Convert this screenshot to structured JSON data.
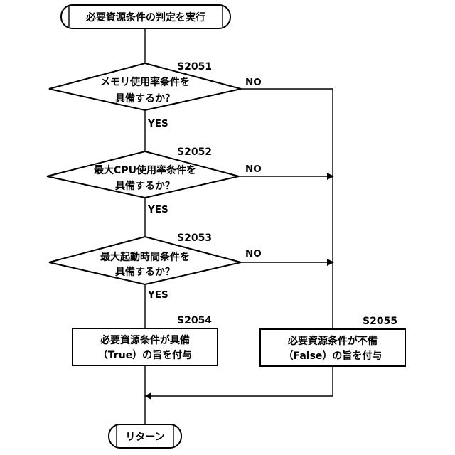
{
  "start": {
    "label": "必要資源条件の判定を実行"
  },
  "decisions": [
    {
      "step_id": "S2051",
      "line1": "メモリ使用率条件を",
      "line2": "具備するか？"
    },
    {
      "step_id": "S2052",
      "line1": "最大CPU使用率条件を",
      "line2": "具備するか？"
    },
    {
      "step_id": "S2053",
      "line1": "最大起動時間条件を",
      "line2": "具備するか？"
    }
  ],
  "processes": [
    {
      "step_id": "S2054",
      "line1": "必要資源条件が具備",
      "line2": "（True）の旨を付与"
    },
    {
      "step_id": "S2055",
      "line1": "必要資源条件が不備",
      "line2": "（False）の旨を付与"
    }
  ],
  "end": {
    "label": "リターン"
  },
  "edge_labels": {
    "yes": "YES",
    "no": "NO"
  }
}
